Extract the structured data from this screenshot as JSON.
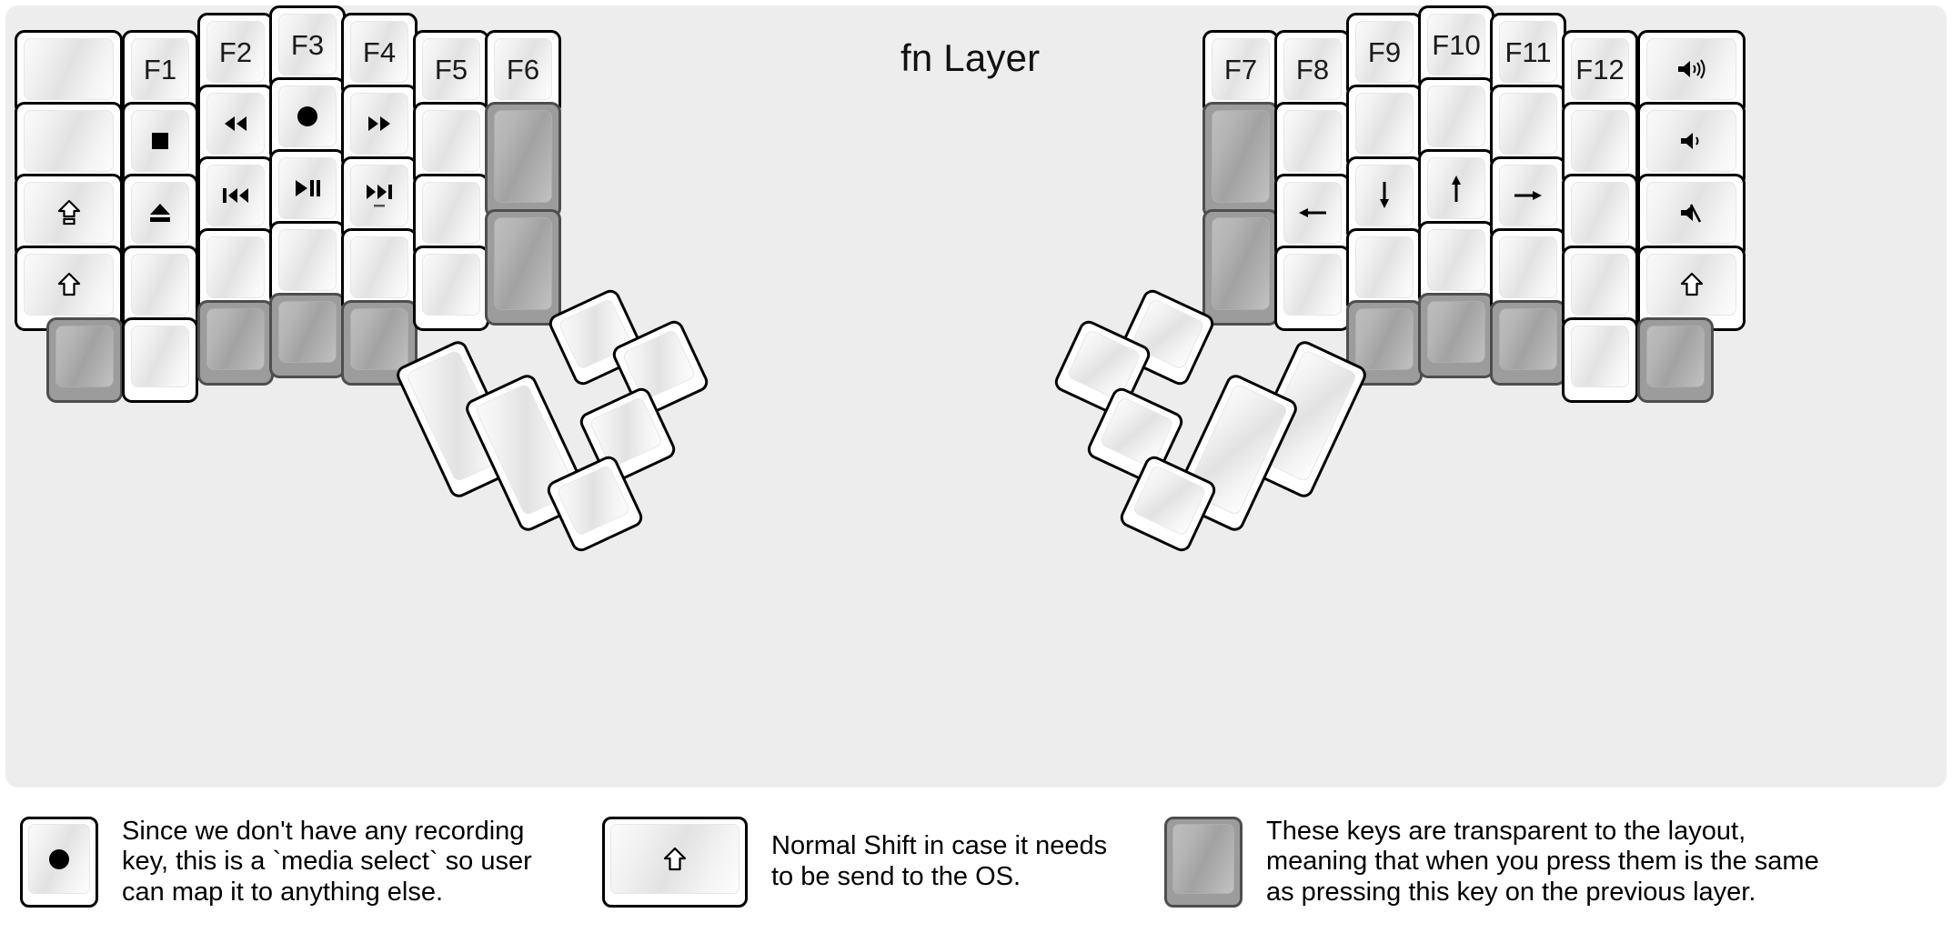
{
  "title": "fn Layer",
  "colors": {
    "background": "#ededed",
    "key_fill": "#ffffff",
    "key_border": "#000000",
    "transparent_key_fill": "#9c9c9c",
    "transparent_key_border": "#4e4e4e",
    "text": "#000000"
  },
  "left_half": {
    "columns": [
      {
        "name": "pinky-outer",
        "keys": [
          {
            "label": "",
            "icon": "",
            "transparent": false
          },
          {
            "label": "",
            "icon": "",
            "transparent": false
          },
          {
            "label": "",
            "icon": "caps-lock-icon",
            "transparent": false
          },
          {
            "label": "",
            "icon": "shift-icon",
            "transparent": false
          },
          {
            "label": "",
            "icon": "",
            "transparent": true
          }
        ]
      },
      {
        "name": "pinky",
        "keys": [
          {
            "label": "F1",
            "icon": "",
            "transparent": false
          },
          {
            "label": "",
            "icon": "media-stop-icon",
            "transparent": false
          },
          {
            "label": "",
            "icon": "media-eject-icon",
            "transparent": false
          },
          {
            "label": "",
            "icon": "",
            "transparent": false
          },
          {
            "label": "",
            "icon": "",
            "transparent": false
          }
        ]
      },
      {
        "name": "ring",
        "keys": [
          {
            "label": "F2",
            "icon": "",
            "transparent": false
          },
          {
            "label": "",
            "icon": "media-rewind-icon",
            "transparent": false
          },
          {
            "label": "",
            "icon": "media-previous-icon",
            "transparent": false
          },
          {
            "label": "",
            "icon": "",
            "transparent": false
          },
          {
            "label": "",
            "icon": "",
            "transparent": true
          }
        ]
      },
      {
        "name": "middle",
        "keys": [
          {
            "label": "F3",
            "icon": "",
            "transparent": false
          },
          {
            "label": "",
            "icon": "media-record-icon",
            "transparent": false
          },
          {
            "label": "",
            "icon": "media-play-pause-icon",
            "transparent": false
          },
          {
            "label": "",
            "icon": "",
            "transparent": false
          },
          {
            "label": "",
            "icon": "",
            "transparent": true
          }
        ]
      },
      {
        "name": "index",
        "keys": [
          {
            "label": "F4",
            "icon": "",
            "transparent": false
          },
          {
            "label": "",
            "icon": "media-fast-forward-icon",
            "transparent": false
          },
          {
            "label": "",
            "icon": "media-next-icon",
            "transparent": false
          },
          {
            "label": "",
            "icon": "",
            "transparent": false
          },
          {
            "label": "",
            "icon": "",
            "transparent": true
          }
        ]
      },
      {
        "name": "index-inner",
        "keys": [
          {
            "label": "F5",
            "icon": "",
            "transparent": false
          },
          {
            "label": "",
            "icon": "",
            "transparent": false
          },
          {
            "label": "",
            "icon": "",
            "transparent": false
          },
          {
            "label": "",
            "icon": "",
            "transparent": false
          }
        ]
      },
      {
        "name": "inner",
        "keys": [
          {
            "label": "F6",
            "icon": "",
            "transparent": false
          },
          {
            "label": "",
            "icon": "",
            "transparent": true
          },
          {
            "label": "",
            "icon": "",
            "transparent": true
          }
        ]
      }
    ],
    "thumb_cluster": [
      {
        "label": "",
        "icon": "",
        "transparent": false
      },
      {
        "label": "",
        "icon": "",
        "transparent": false
      },
      {
        "label": "",
        "icon": "",
        "transparent": false
      },
      {
        "label": "",
        "icon": "",
        "transparent": false
      },
      {
        "label": "",
        "icon": "",
        "transparent": false
      },
      {
        "label": "",
        "icon": "",
        "transparent": false
      }
    ]
  },
  "right_half": {
    "columns": [
      {
        "name": "inner",
        "keys": [
          {
            "label": "F7",
            "icon": "",
            "transparent": false
          },
          {
            "label": "",
            "icon": "",
            "transparent": true
          },
          {
            "label": "",
            "icon": "",
            "transparent": true
          }
        ]
      },
      {
        "name": "index-inner",
        "keys": [
          {
            "label": "F8",
            "icon": "",
            "transparent": false
          },
          {
            "label": "",
            "icon": "",
            "transparent": false
          },
          {
            "label": "",
            "icon": "arrow-left-icon",
            "transparent": false
          },
          {
            "label": "",
            "icon": "",
            "transparent": false
          }
        ]
      },
      {
        "name": "index",
        "keys": [
          {
            "label": "F9",
            "icon": "",
            "transparent": false
          },
          {
            "label": "",
            "icon": "",
            "transparent": false
          },
          {
            "label": "",
            "icon": "arrow-down-icon",
            "transparent": false
          },
          {
            "label": "",
            "icon": "",
            "transparent": false
          },
          {
            "label": "",
            "icon": "",
            "transparent": true
          }
        ]
      },
      {
        "name": "middle",
        "keys": [
          {
            "label": "F10",
            "icon": "",
            "transparent": false
          },
          {
            "label": "",
            "icon": "",
            "transparent": false
          },
          {
            "label": "",
            "icon": "arrow-up-icon",
            "transparent": false
          },
          {
            "label": "",
            "icon": "",
            "transparent": false
          },
          {
            "label": "",
            "icon": "",
            "transparent": true
          }
        ]
      },
      {
        "name": "ring",
        "keys": [
          {
            "label": "F11",
            "icon": "",
            "transparent": false
          },
          {
            "label": "",
            "icon": "",
            "transparent": false
          },
          {
            "label": "",
            "icon": "arrow-right-icon",
            "transparent": false
          },
          {
            "label": "",
            "icon": "",
            "transparent": false
          },
          {
            "label": "",
            "icon": "",
            "transparent": true
          }
        ]
      },
      {
        "name": "pinky",
        "keys": [
          {
            "label": "F12",
            "icon": "",
            "transparent": false
          },
          {
            "label": "",
            "icon": "",
            "transparent": false
          },
          {
            "label": "",
            "icon": "",
            "transparent": false
          },
          {
            "label": "",
            "icon": "",
            "transparent": false
          },
          {
            "label": "",
            "icon": "",
            "transparent": false
          }
        ]
      },
      {
        "name": "pinky-outer",
        "keys": [
          {
            "label": "",
            "icon": "volume-up-icon",
            "transparent": false
          },
          {
            "label": "",
            "icon": "volume-down-icon",
            "transparent": false
          },
          {
            "label": "",
            "icon": "volume-mute-icon",
            "transparent": false
          },
          {
            "label": "",
            "icon": "shift-icon",
            "transparent": false
          },
          {
            "label": "",
            "icon": "",
            "transparent": true
          }
        ]
      }
    ],
    "thumb_cluster": [
      {
        "label": "",
        "icon": "",
        "transparent": false
      },
      {
        "label": "",
        "icon": "",
        "transparent": false
      },
      {
        "label": "",
        "icon": "",
        "transparent": false
      },
      {
        "label": "",
        "icon": "",
        "transparent": false
      },
      {
        "label": "",
        "icon": "",
        "transparent": false
      },
      {
        "label": "",
        "icon": "",
        "transparent": false
      }
    ]
  },
  "legend": [
    {
      "icon": "media-record-icon",
      "transparent": false,
      "text": "Since we don't have any recording\nkey, this is a `media select` so user\ncan map it to anything else."
    },
    {
      "icon": "shift-icon",
      "transparent": false,
      "text": "Normal Shift in case it needs\nto be send to the OS."
    },
    {
      "icon": "",
      "transparent": true,
      "text": "These keys are transparent to the layout,\nmeaning that when you press them is the same\nas pressing this key on the previous layer."
    }
  ]
}
